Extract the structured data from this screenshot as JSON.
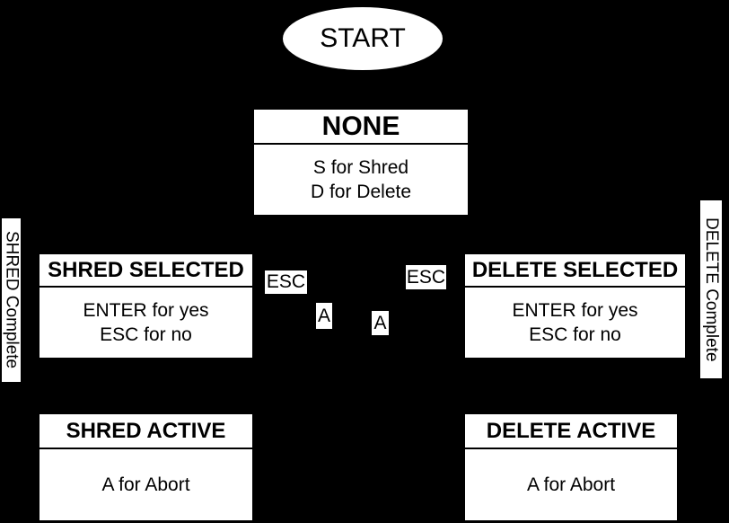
{
  "diagram": {
    "colors": {
      "background": "#000000",
      "node_fill": "#ffffff",
      "text": "#000000"
    },
    "start_node": {
      "label": "START"
    },
    "states": [
      {
        "id": "none",
        "title": "NONE",
        "body_lines": [
          "S for Shred",
          "D for Delete"
        ]
      },
      {
        "id": "shred-selected",
        "title": "SHRED SELECTED",
        "body_lines": [
          "ENTER for yes",
          "ESC for no"
        ]
      },
      {
        "id": "delete-selected",
        "title": "DELETE SELECTED",
        "body_lines": [
          "ENTER for yes",
          "ESC for no"
        ]
      },
      {
        "id": "shred-active",
        "title": "SHRED ACTIVE",
        "body_lines": [
          "A for Abort"
        ]
      },
      {
        "id": "delete-active",
        "title": "DELETE ACTIVE",
        "body_lines": [
          "A for Abort"
        ]
      }
    ],
    "edge_labels": [
      {
        "id": "esc-left",
        "text": "ESC"
      },
      {
        "id": "esc-right",
        "text": "ESC"
      },
      {
        "id": "a-left",
        "text": "A"
      },
      {
        "id": "a-right",
        "text": "A"
      },
      {
        "id": "shred-complete",
        "text": "SHRED Complete"
      },
      {
        "id": "delete-complete",
        "text": "DELETE Complete"
      }
    ]
  }
}
